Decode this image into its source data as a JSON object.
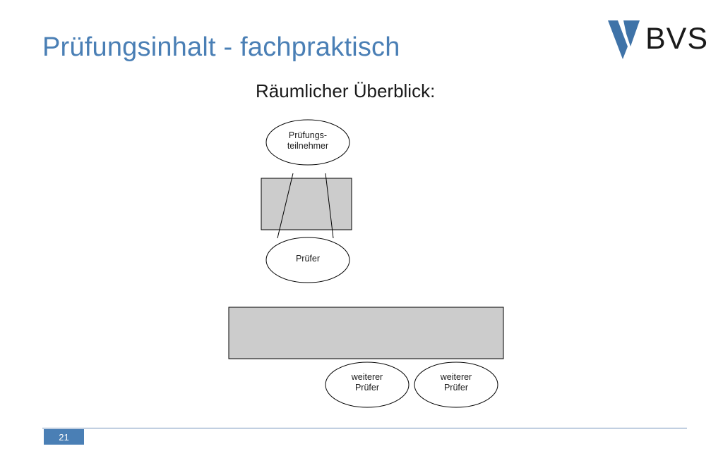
{
  "slide": {
    "title": "Prüfungsinhalt - fachpraktisch",
    "subtitle": "Räumlicher Überblick:",
    "page_number": "21"
  },
  "logo": {
    "text": "BVS",
    "mark_color": "#3f73a8"
  },
  "diagram": {
    "nodes": {
      "participants": [
        "Prüfungs-",
        "teilnehmer"
      ],
      "examiner": [
        "Prüfer"
      ],
      "further_examiner_1": [
        "weiterer",
        "Prüfer"
      ],
      "further_examiner_2": [
        "weiterer",
        "Prüfer"
      ]
    },
    "table_fill": "#cccccc"
  },
  "colors": {
    "title": "#4a7fb5",
    "accent": "#4a7fb5"
  }
}
